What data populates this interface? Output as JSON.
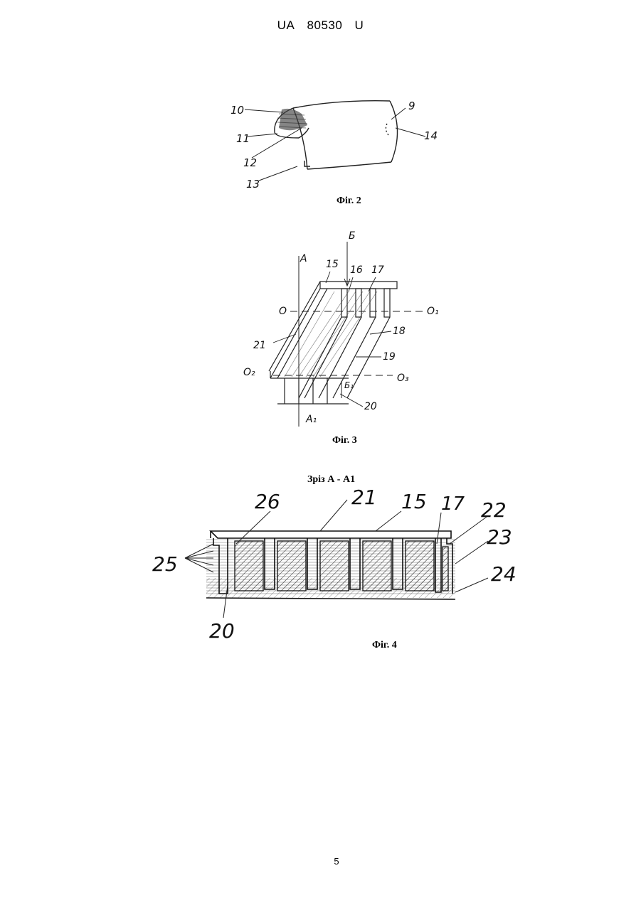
{
  "header": {
    "country": "UA",
    "number": "80530",
    "kind": "U"
  },
  "fig2": {
    "caption": "Фіг. 2",
    "labels": [
      "10",
      "11",
      "12",
      "13",
      "9",
      "14"
    ]
  },
  "fig3": {
    "caption": "Фіг. 3",
    "labels": [
      "Б",
      "А",
      "15",
      "16",
      "17",
      "О",
      "О₁",
      "21",
      "18",
      "19",
      "О₂",
      "О₃",
      "Б₁",
      "20",
      "А₁"
    ]
  },
  "fig4": {
    "title": "Зріз А - А1",
    "caption": "Фіг. 4",
    "labels": [
      "26",
      "21",
      "15",
      "17",
      "22",
      "23",
      "25",
      "24",
      "20"
    ]
  },
  "page_number": "5"
}
